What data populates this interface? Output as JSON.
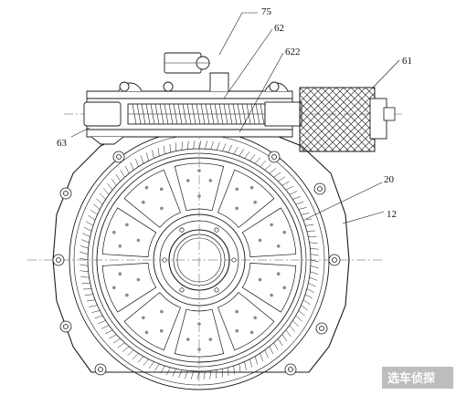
{
  "callouts": {
    "c75": "75",
    "c62": "62",
    "c622": "622",
    "c61": "61",
    "c63": "63",
    "c20": "20",
    "c12": "12"
  },
  "watermark": "选车侦探",
  "colors": {
    "line": "#1a1a1a",
    "paper": "#ffffff",
    "dot": "#8a8a8a",
    "knurl": "#333333"
  }
}
